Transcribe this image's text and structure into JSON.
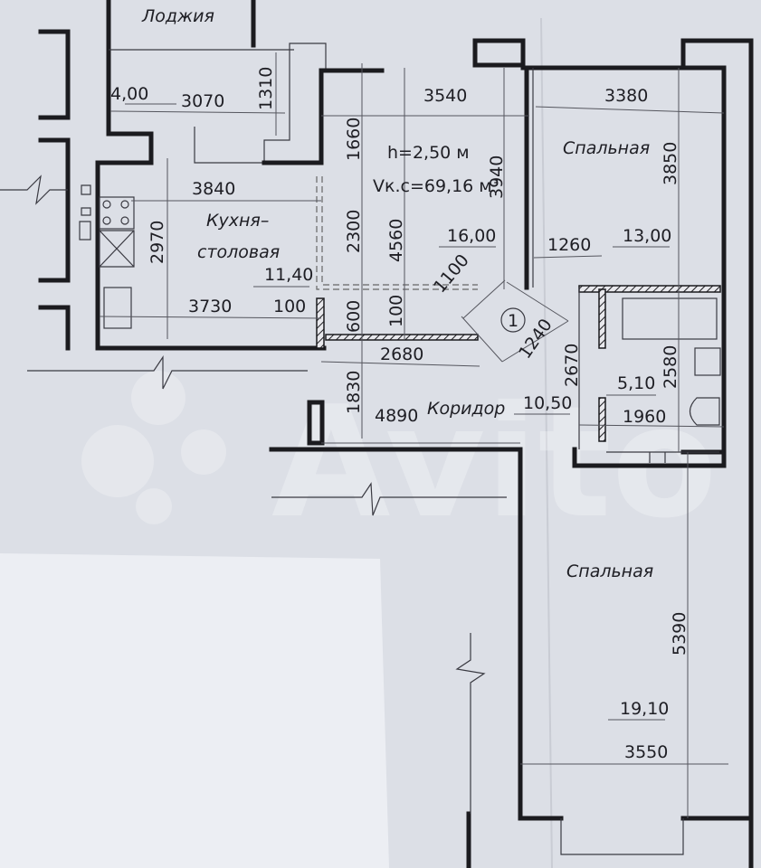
{
  "plan": {
    "rooms": {
      "loggia": {
        "name": "Лоджия",
        "area": "4,00"
      },
      "kitchen": {
        "name_line1": "Кухня–",
        "name_line2": "столовая",
        "area": "11,40"
      },
      "living": {
        "height": "h=2,50 м",
        "volume": "Vк.с=69,16 м³",
        "area": "16,00"
      },
      "bedroom1": {
        "name": "Спальная",
        "area": "13,00"
      },
      "bathroom": {
        "area": "5,10"
      },
      "corridor": {
        "name": "Коридор",
        "area": "10,50"
      },
      "bedroom2": {
        "name": "Спальная",
        "area": "19,10"
      }
    },
    "marker": "1",
    "dimensions": {
      "d3070": "3070",
      "d1310": "1310",
      "d3840": "3840",
      "d2970": "2970",
      "d3730": "3730",
      "d100a": "100",
      "d3540": "3540",
      "d1660": "1660",
      "d2300": "2300",
      "d4560": "4560",
      "d3940": "3940",
      "d1100": "1100",
      "d600": "600",
      "d100b": "100",
      "d2680": "2680",
      "d1830": "1830",
      "d4890": "4890",
      "d1240": "1240",
      "d2670": "2670",
      "d3380": "3380",
      "d3850": "3850",
      "d1260": "1260",
      "d2580": "2580",
      "d1960": "1960",
      "d5390": "5390",
      "d3550": "3550"
    }
  },
  "watermark": "Avito"
}
